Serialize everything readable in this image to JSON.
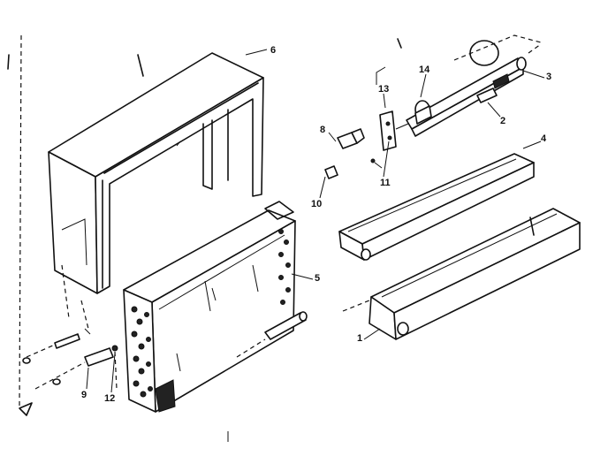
{
  "diagram": {
    "callouts": {
      "c1": "1",
      "c2": "2",
      "c3": "3",
      "c4": "4",
      "c5": "5",
      "c6": "6",
      "c8": "8",
      "c9": "9",
      "c10": "10",
      "c11": "11",
      "c12": "12",
      "c13": "13",
      "c14": "14"
    }
  }
}
